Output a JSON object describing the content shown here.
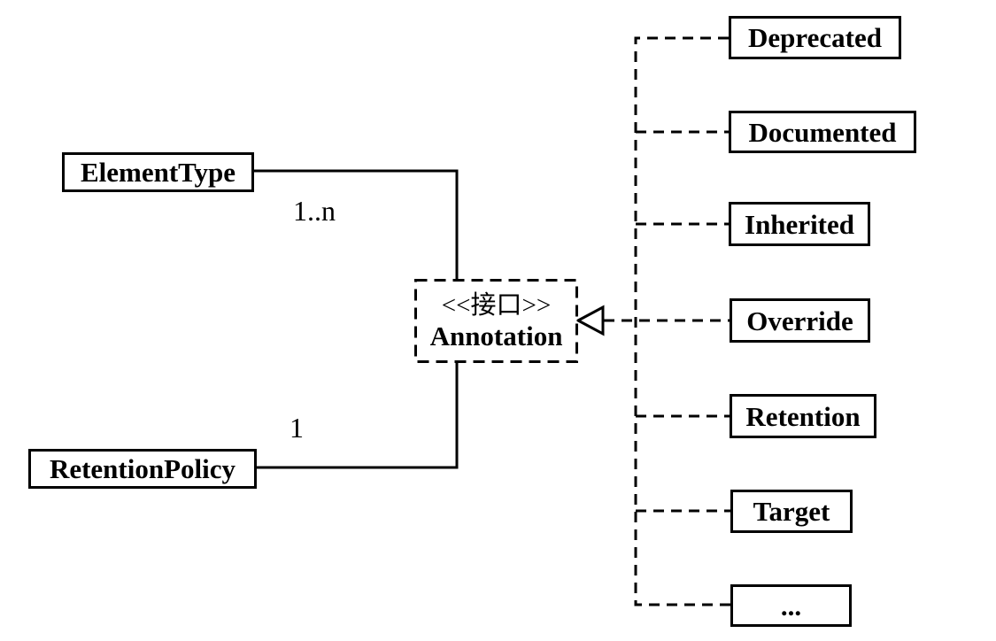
{
  "diagram": {
    "center_node": {
      "stereotype": "<<接口>>",
      "name": "Annotation"
    },
    "left_nodes": [
      {
        "name": "ElementType",
        "multiplicity": "1..n"
      },
      {
        "name": "RetentionPolicy",
        "multiplicity": "1"
      }
    ],
    "right_nodes": [
      {
        "name": "Deprecated"
      },
      {
        "name": "Documented"
      },
      {
        "name": "Inherited"
      },
      {
        "name": "Override"
      },
      {
        "name": "Retention"
      },
      {
        "name": "Target"
      },
      {
        "name": "..."
      }
    ],
    "colors": {
      "line": "#000000",
      "text": "#000000",
      "background": "#ffffff"
    }
  }
}
